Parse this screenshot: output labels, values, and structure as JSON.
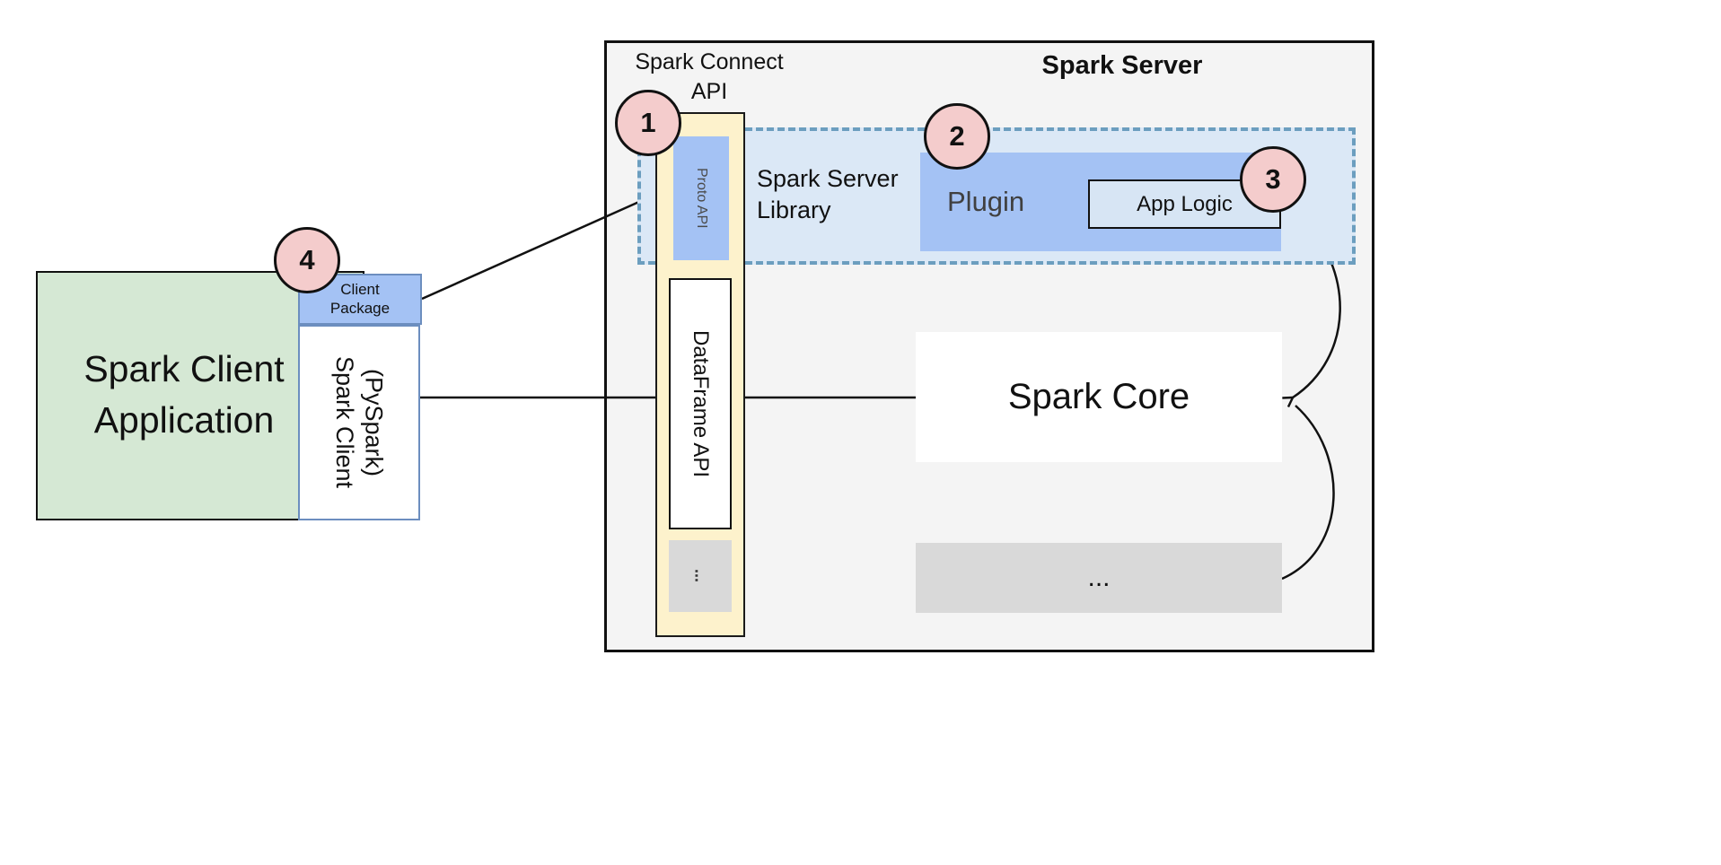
{
  "client_area": {
    "application_label": "Spark Client Application",
    "package_label": "Client Package",
    "pyspark_label": "Spark Client (PySpark)"
  },
  "server_area": {
    "title": "Spark Server",
    "connect_api": {
      "label": "Spark Connect API",
      "proto_api_label": "Proto API",
      "dataframe_api_label": "DataFrame API",
      "more_label": "..."
    },
    "library": {
      "label": "Spark Server Library",
      "plugin_label": "Plugin",
      "app_logic_label": "App Logic"
    },
    "core_label": "Spark Core",
    "more_label": "..."
  },
  "badges": {
    "step1": "1",
    "step2": "2",
    "step3": "3",
    "step4": "4"
  },
  "colors": {
    "server_fill": "#f4f4f4",
    "yellow_fill": "#fdf2cc",
    "blue_fill": "#a4c2f4",
    "light_blue_fill": "#dbe8f6",
    "app_logic_fill": "#d7e5f4",
    "dashed_border": "#6c9ebf",
    "client_border": "#6c8ebf",
    "green_fill": "#d5e8d4",
    "gray_fill": "#d9d9d9",
    "badge_fill": "#f4cccc"
  }
}
